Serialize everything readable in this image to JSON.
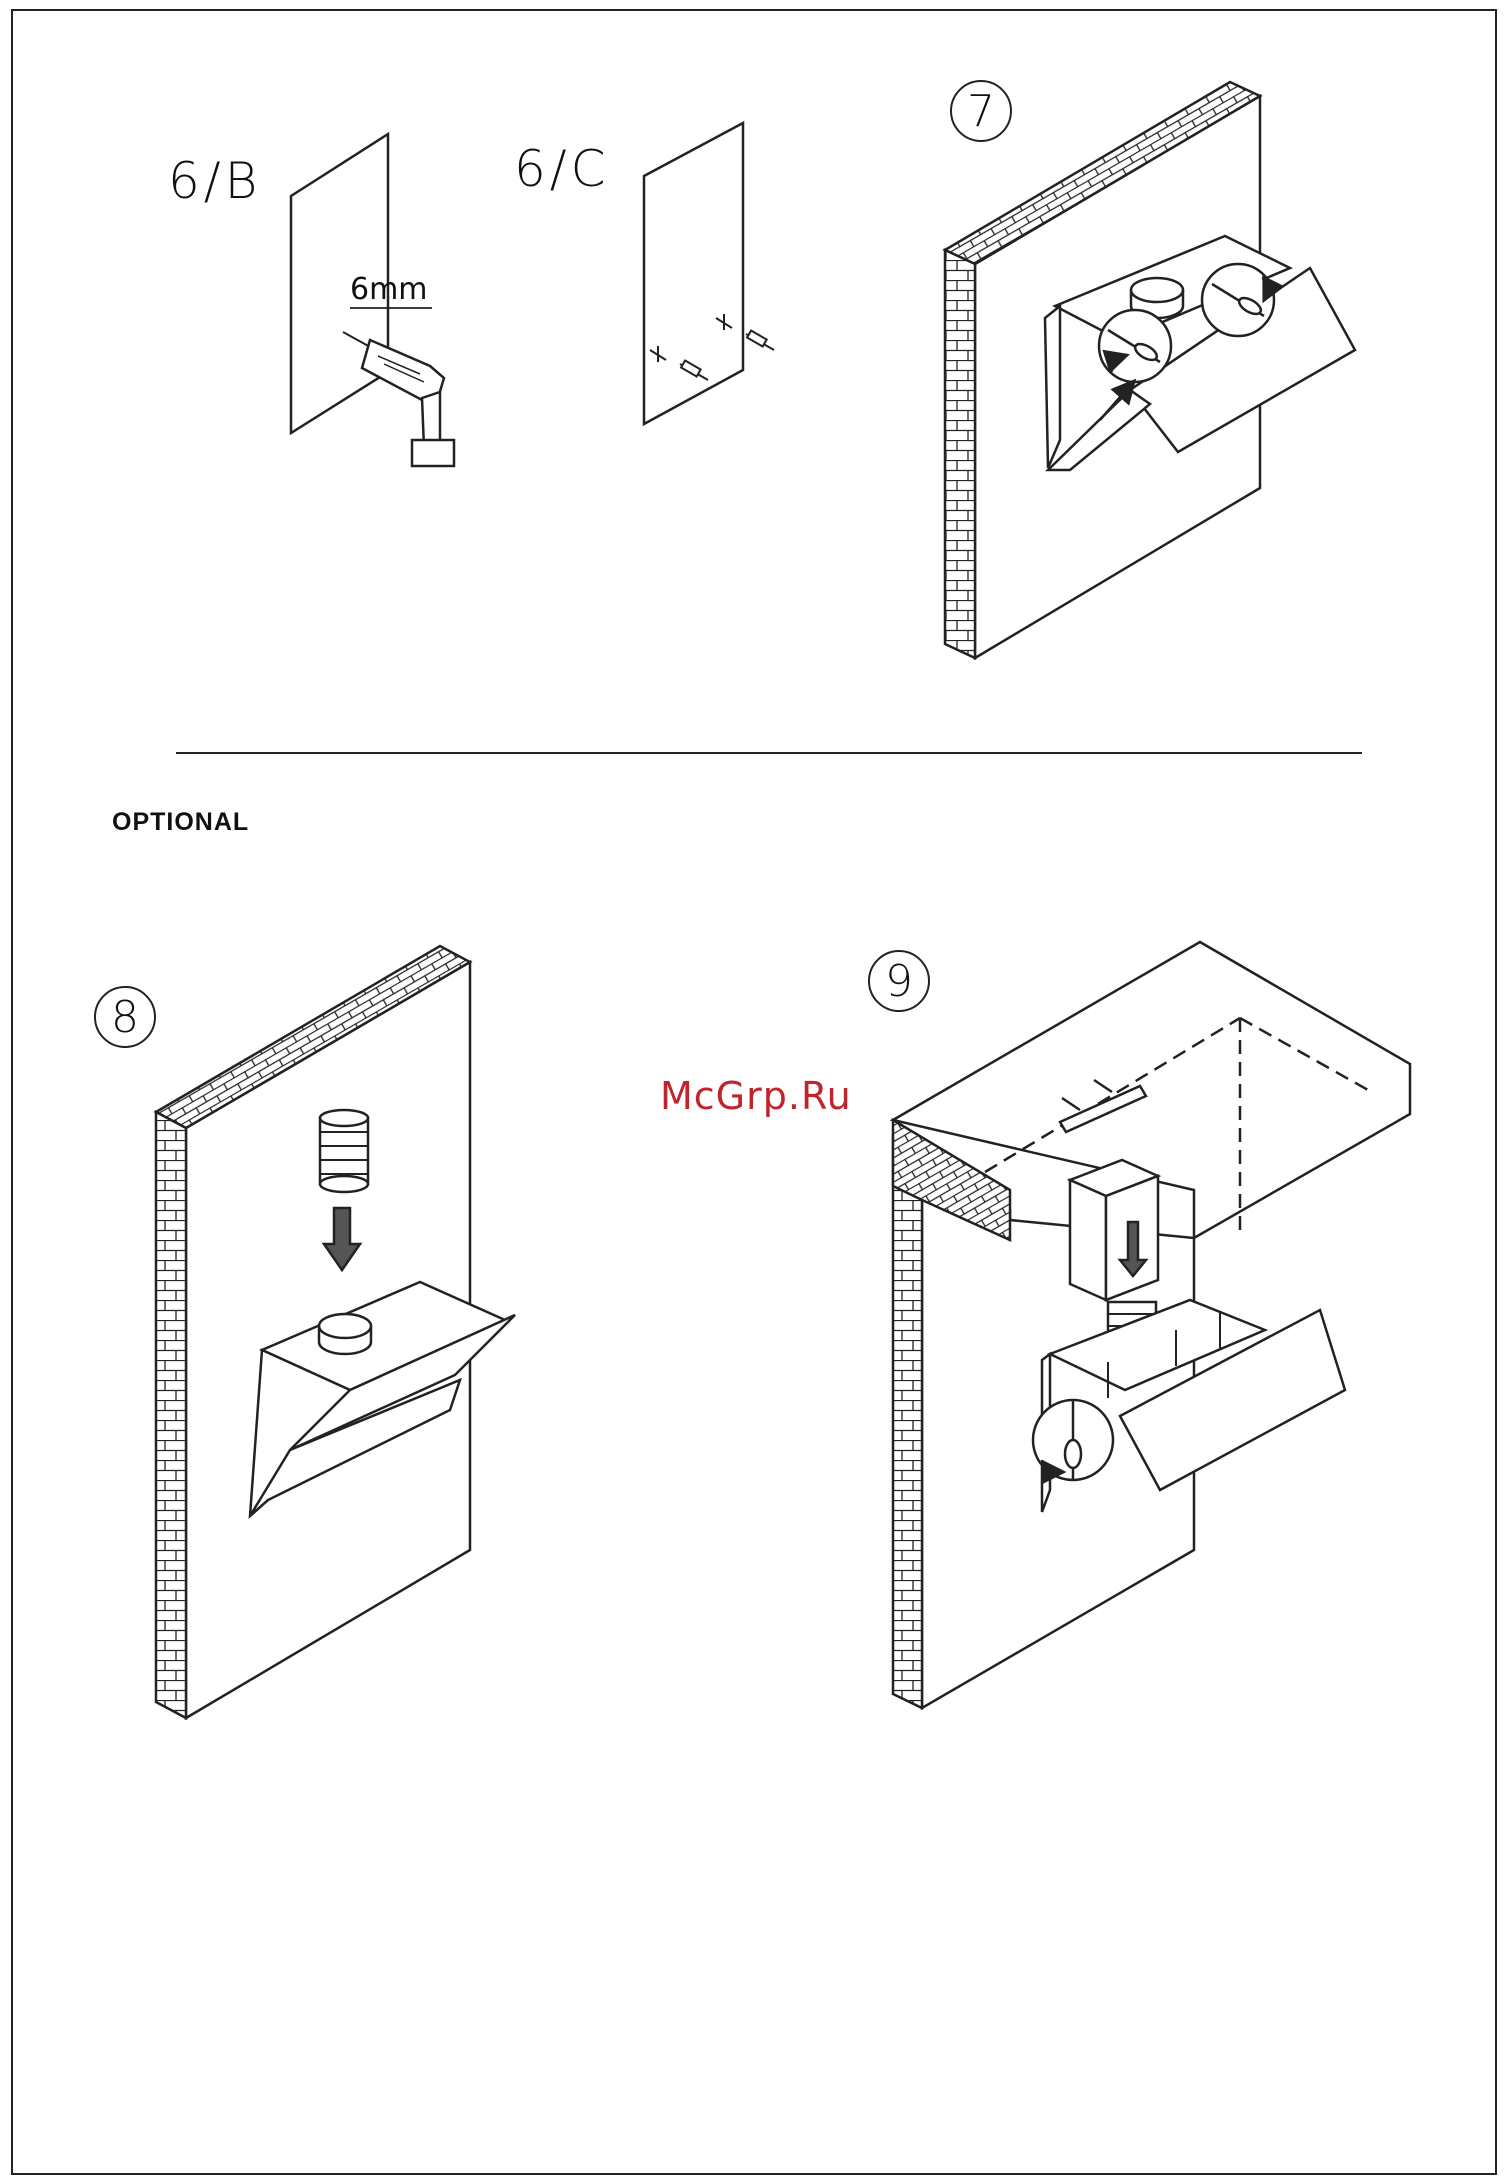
{
  "steps": {
    "step_6b": "6/B",
    "step_6c": "6/C",
    "step_7": "7",
    "step_8": "8",
    "step_9": "9"
  },
  "drill_size": "6mm",
  "section_label": "OPTIONAL",
  "watermark": "McGrp.Ru",
  "colors": {
    "line": "#222222",
    "watermark": "#c0252b",
    "background": "#ffffff"
  }
}
